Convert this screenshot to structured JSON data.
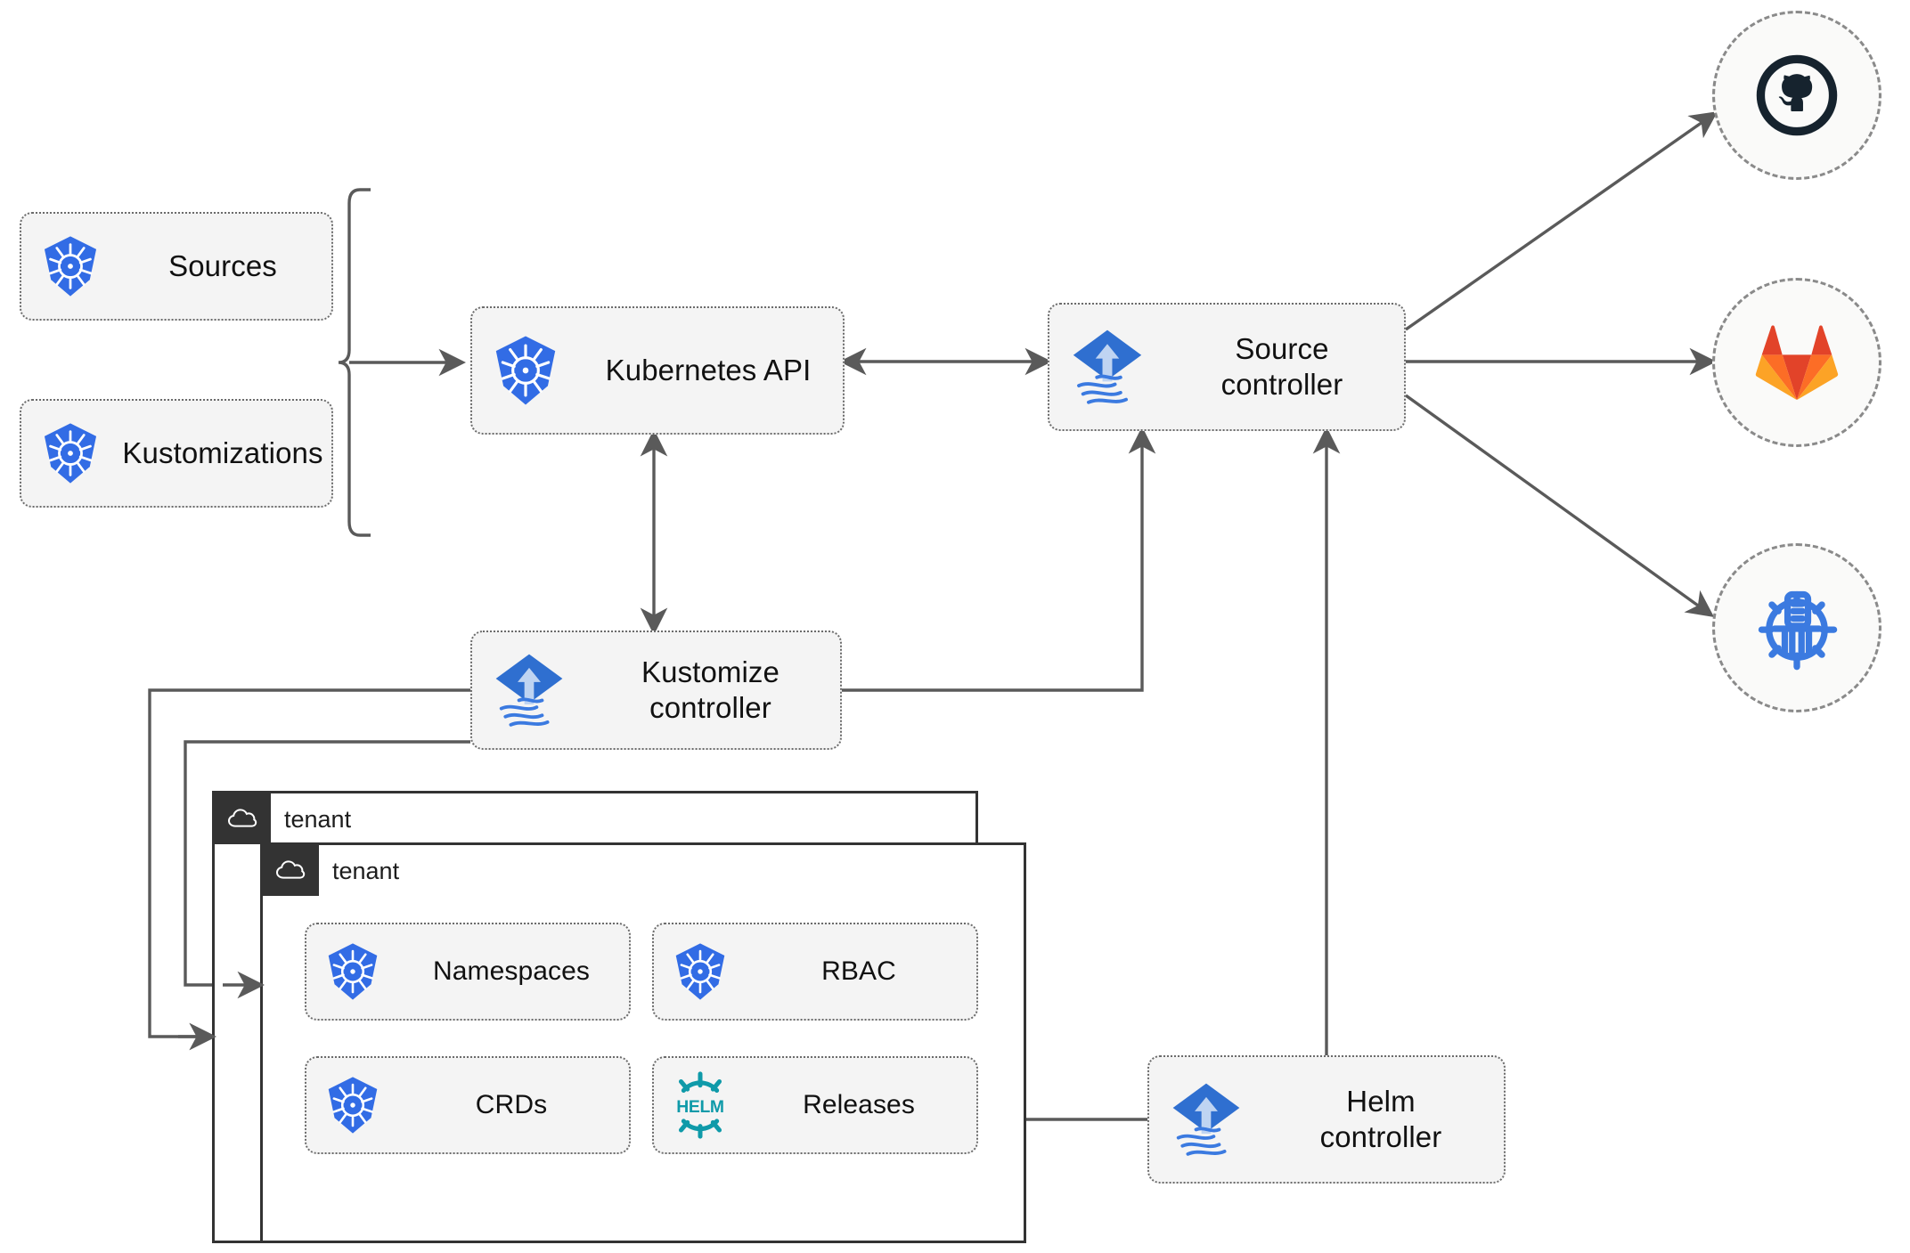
{
  "diagram": {
    "title": "Flux GitOps Toolkit architecture",
    "background": "#ffffff",
    "edge_color": "#5a5a5a",
    "box_fill": "#f4f4f4",
    "box_border": "#6b6b6b",
    "tenant_border": "#333333",
    "k8s_blue": "#326CE5",
    "flux_blue": "#2f6fd0",
    "helm_teal": "#0F9AA9",
    "github_dark": "#16232e",
    "gitlab_orange": "#E24329",
    "gitlab_amber": "#FCA326"
  },
  "nodes": {
    "sources": {
      "label": "Sources",
      "icon": "kubernetes-icon"
    },
    "kustomizations": {
      "label": "Kustomizations",
      "icon": "kubernetes-icon"
    },
    "kubernetes_api": {
      "label": "Kubernetes API",
      "icon": "kubernetes-icon"
    },
    "source_controller": {
      "label": "Source\ncontroller",
      "icon": "flux-icon"
    },
    "kustomize_controller": {
      "label": "Kustomize\ncontroller",
      "icon": "flux-icon"
    },
    "helm_controller": {
      "label": "Helm\ncontroller",
      "icon": "flux-icon"
    },
    "namespaces": {
      "label": "Namespaces",
      "icon": "kubernetes-icon"
    },
    "rbac": {
      "label": "RBAC",
      "icon": "kubernetes-icon"
    },
    "crds": {
      "label": "CRDs",
      "icon": "kubernetes-icon"
    },
    "releases": {
      "label": "Releases",
      "icon": "helm-icon"
    }
  },
  "tenants": [
    {
      "label": "tenant",
      "icon": "cloud-icon"
    },
    {
      "label": "tenant",
      "icon": "cloud-icon"
    }
  ],
  "providers": [
    {
      "name": "github",
      "icon": "github-icon"
    },
    {
      "name": "gitlab",
      "icon": "gitlab-icon"
    },
    {
      "name": "bucket",
      "icon": "helm-bucket-icon"
    }
  ],
  "edges": [
    {
      "from": "sources-kustomizations-brace",
      "to": "kubernetes_api",
      "arrow": "single"
    },
    {
      "from": "kubernetes_api",
      "to": "source_controller",
      "arrow": "double"
    },
    {
      "from": "kubernetes_api",
      "to": "kustomize_controller",
      "arrow": "double"
    },
    {
      "from": "kustomize_controller",
      "to": "source_controller",
      "arrow": "single"
    },
    {
      "from": "helm_controller",
      "to": "source_controller",
      "arrow": "single"
    },
    {
      "from": "helm_controller",
      "to": "releases",
      "arrow": "single"
    },
    {
      "from": "kustomize_controller",
      "to": "tenant-1",
      "arrow": "single"
    },
    {
      "from": "kustomize_controller",
      "to": "tenant-2",
      "arrow": "single"
    },
    {
      "from": "source_controller",
      "to": "github",
      "arrow": "single"
    },
    {
      "from": "source_controller",
      "to": "gitlab",
      "arrow": "single"
    },
    {
      "from": "source_controller",
      "to": "bucket",
      "arrow": "single"
    }
  ]
}
